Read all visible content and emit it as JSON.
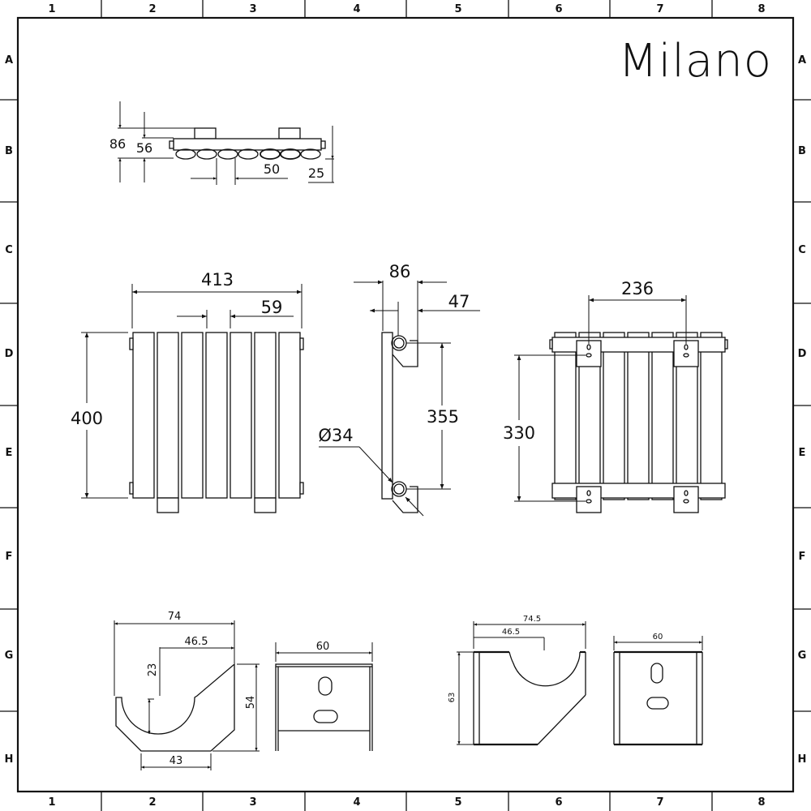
{
  "frame": {
    "columns": [
      "1",
      "2",
      "3",
      "4",
      "5",
      "6",
      "7",
      "8"
    ],
    "rows": [
      "A",
      "B",
      "C",
      "D",
      "E",
      "F",
      "G",
      "H"
    ]
  },
  "brand": {
    "logo": "Milano"
  },
  "plan_view": {
    "overall_depth": "86",
    "body_depth": "56",
    "column_pitch": "50",
    "wall_offset": "25"
  },
  "front_view": {
    "width": "413",
    "column_spacing": "59",
    "height": "400",
    "column_count": 7
  },
  "side_view": {
    "depth": "86",
    "pipe_offset": "47",
    "pipe_centres": "355",
    "pipe_diameter": "Ø34"
  },
  "rear_view": {
    "bracket_spacing": "236",
    "bracket_vertical_centres": "330"
  },
  "bracket_a": {
    "side": {
      "width": "74",
      "cradle_offset": "46.5",
      "cradle_depth": "23",
      "height": "54",
      "base_width": "43"
    },
    "front": {
      "width": "60"
    }
  },
  "bracket_b": {
    "side": {
      "width": "74.5",
      "cradle_offset": "46.5",
      "height": "63"
    },
    "front": {
      "width": "60"
    }
  }
}
